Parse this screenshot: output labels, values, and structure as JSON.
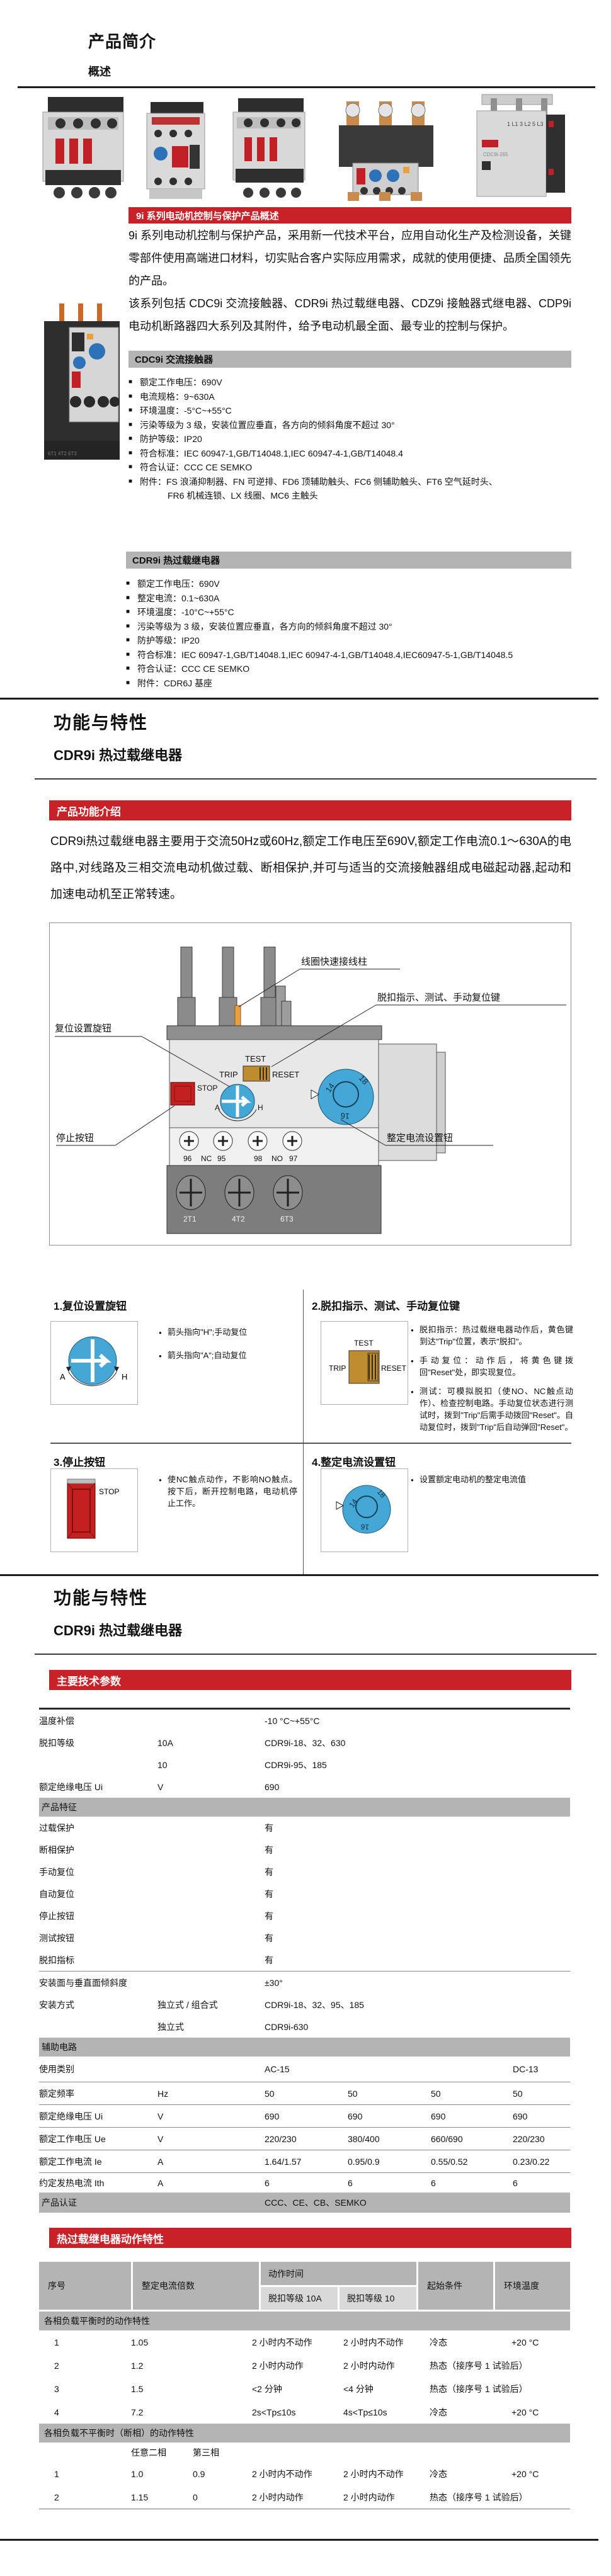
{
  "colors": {
    "accent_red": "#c92128",
    "banner_gray": "#b4b4b4",
    "subcell_gray": "#d9d9d9",
    "knob_blue": "#45a7d6",
    "key_tan": "#bf8c30",
    "stop_red": "#c4201f"
  },
  "header": {
    "title": "产品简介",
    "subtitle": "概述"
  },
  "intro": {
    "banner": "9i 系列电动机控制与保护产品概述",
    "para1": "9i 系列电动机控制与保护产品，采用新一代技术平台，应用自动化生产及检测设备，关键零部件使用高端进口材料，切实贴合客户实际应用需求，成就的使用便捷、品质全国领先的产品。",
    "para2": "该系列包括 CDC9i 交流接触器、CDR9i 热过载继电器、CDZ9i 接触器式继电器、CDP9i 电动机断路器四大系列及其附件，给予电动机最全面、最专业的控制与保护。"
  },
  "cdc9i": {
    "title": "CDC9i 交流接触器",
    "bullets": [
      "额定工作电压：690V",
      "电流规格：9~630A",
      "环境温度：-5°C~+55°C",
      "污染等级为 3 级，安装位置应垂直，各方向的倾斜角度不超过 30°",
      "防护等级：IP20",
      "符合标准：IEC 60947-1,GB/T14048.1,IEC 60947-4-1,GB/T14048.4",
      "符合认证：CCC  CE  SEMKO",
      "附件：FS 浪涌抑制器、FN 可逆排、FD6 顶辅助触头、FC6 侧辅助触头、FT6 空气延时头、"
    ],
    "bullet8_cont": "FR6 机械连锁、LX 线圈、MC6 主触头"
  },
  "cdr9i": {
    "title": "CDR9i 热过载继电器",
    "bullets": [
      "额定工作电压：690V",
      "整定电流：0.1~630A",
      "环境温度：-10°C~+55°C",
      "污染等级为 3 级，安装位置应垂直，各方向的倾斜角度不超过 30°",
      "防护等级：IP20",
      "符合标准：IEC 60947-1,GB/T14048.1,IEC 60947-4-1,GB/T14048.4,IEC60947-5-1,GB/T14048.5",
      "符合认证：CCC  CE  SEMKO",
      "附件：CDR6J 基座"
    ]
  },
  "func1": {
    "heading": "功能与特性",
    "product": "CDR9i 热过载继电器",
    "banner": "产品功能介绍",
    "para": "CDR9i热过载继电器主要用于交流50Hz或60Hz,额定工作电压至690V,额定工作电流0.1～630A的电路中,对线路及三相交流电动机做过载、断相保护,并可与适当的交流接触器组成电磁起动器,起动和加速电动机至正常转速。"
  },
  "diagram": {
    "callouts": {
      "coil": "线圈快速接线柱",
      "trip_key": "脱扣指示、测试、手动复位键",
      "reset_knob": "复位设置旋钮",
      "stop_btn": "停止按钮",
      "current_knob": "整定电流设置钮"
    },
    "device": {
      "test": "TEST",
      "trip": "TRIP",
      "reset": "RESET",
      "stop": "STOP",
      "a": "A",
      "h": "H",
      "aux": [
        "96",
        "NC",
        "95",
        "98",
        "NO",
        "97"
      ],
      "main": [
        "2T1",
        "4T2",
        "6T3"
      ],
      "dial": [
        "14",
        "18",
        "16"
      ]
    }
  },
  "panels": {
    "p1": {
      "title": "1.复位设置旋钮",
      "b1": "箭头指向\"H\";手动复位",
      "b2": "箭头指向\"A\";自动复位",
      "img_a": "A",
      "img_h": "H"
    },
    "p2": {
      "title": "2.脱扣指示、测试、手动复位键",
      "b1": "脱扣指示：热过载继电器动作后，黄色键到达\"Trip\"位置，表示\"脱扣\"。",
      "b2": "手动复位：动作后，将黄色键拨回\"Reset\"处，即实现复位。",
      "b3": "测试：可模拟脱扣（使NO、NC触点动作）、检查控制电路。手动复位状态进行测试时，拨到\"Trip\"后需手动拨回\"Reset\"。自动复位时，拨到\"Trip\"后自动弹回\"Reset\"。",
      "img_test": "TEST",
      "img_trip": "TRIP",
      "img_reset": "RESET"
    },
    "p3": {
      "title": "3.停止按钮",
      "b1": "使NC触点动作，不影响NO触点。按下后，断开控制电路，电动机停止工作。",
      "img_stop": "STOP"
    },
    "p4": {
      "title": "4.整定电流设置钮",
      "b1": "设置额定电动机的整定电流值",
      "dial": [
        "14",
        "18",
        "16"
      ]
    }
  },
  "func2": {
    "heading": "功能与特性",
    "product": "CDR9i 热过载继电器",
    "banner": "主要技术参数"
  },
  "params": {
    "bands": {
      "b1": "产品特征",
      "b2": "辅助电路"
    },
    "rows": [
      {
        "label": "温度补偿",
        "unit": "",
        "v1": "-10 °C~+55°C"
      },
      {
        "label": "脱扣等级",
        "unit": "10A",
        "v1": "CDR9i-18、32、630"
      },
      {
        "label": "",
        "unit": "10",
        "v1": "CDR9i-95、185"
      },
      {
        "label": "额定绝缘电压 Ui",
        "unit": "V",
        "v1": "690"
      },
      {
        "label": "过载保护",
        "unit": "",
        "v1": "有"
      },
      {
        "label": "断相保护",
        "unit": "",
        "v1": "有"
      },
      {
        "label": "手动复位",
        "unit": "",
        "v1": "有"
      },
      {
        "label": "自动复位",
        "unit": "",
        "v1": "有"
      },
      {
        "label": "停止按钮",
        "unit": "",
        "v1": "有"
      },
      {
        "label": "测试按钮",
        "unit": "",
        "v1": "有"
      },
      {
        "label": "脱扣指标",
        "unit": "",
        "v1": "有"
      },
      {
        "label": "安装面与垂直面倾斜度",
        "unit": "",
        "v1": "±30°"
      },
      {
        "label": "安装方式",
        "unit": "独立式 / 组合式",
        "v1": "CDR9i-18、32、95、185"
      },
      {
        "label": "",
        "unit": "独立式",
        "v1": "CDR9i-630"
      },
      {
        "label": "使用类别",
        "unit": "",
        "v1": "AC-15",
        "v4": "DC-13"
      },
      {
        "label": "额定频率",
        "unit": "Hz",
        "v1": "50",
        "v2": "50",
        "v3": "50",
        "v4": "50"
      },
      {
        "label": "额定绝缘电压 Ui",
        "unit": "V",
        "v1": "690",
        "v2": "690",
        "v3": "690",
        "v4": "690"
      },
      {
        "label": "额定工作电压 Ue",
        "unit": "V",
        "v1": "220/230",
        "v2": "380/400",
        "v3": "660/690",
        "v4": "220/230"
      },
      {
        "label": "额定工作电流 Ie",
        "unit": "A",
        "v1": "1.64/1.57",
        "v2": "0.95/0.9",
        "v3": "0.55/0.52",
        "v4": "0.23/0.22"
      },
      {
        "label": "约定发热电流 Ith",
        "unit": "A",
        "v1": "6",
        "v2": "6",
        "v3": "6",
        "v4": "6"
      }
    ],
    "cert_label": "产品认证",
    "cert_value": "CCC、CE、CB、SEMKO"
  },
  "action": {
    "banner": "热过载继电器动作特性",
    "header": {
      "no": "序号",
      "mult": "整定电流倍数",
      "time": "动作时间",
      "sub1": "脱扣等级 10A",
      "sub2": "脱扣等级 10",
      "start": "起始条件",
      "temp": "环境温度"
    },
    "band1": "各相负载平衡时的动作特性",
    "band2": "各相负载不平衡时（断相）的动作特性",
    "sub2h": {
      "c1": "任意二相",
      "c2": "第三相"
    },
    "rows1": [
      {
        "no": "1",
        "mult": "1.05",
        "t1": "2 小时内不动作",
        "t2": "2 小时内不动作",
        "start": "冷态",
        "temp": "+20 °C"
      },
      {
        "no": "2",
        "mult": "1.2",
        "t1": "2 小时内动作",
        "t2": "2 小时内动作",
        "start": "热态（接序号 1 试验后）",
        "temp": ""
      },
      {
        "no": "3",
        "mult": "1.5",
        "t1": "<2 分钟",
        "t2": "<4 分钟",
        "start": "热态（接序号 1 试验后）",
        "temp": ""
      },
      {
        "no": "4",
        "mult": "7.2",
        "t1": "2s<Tp≤10s",
        "t2": "4s<Tp≤10s",
        "start": "冷态",
        "temp": "+20 °C"
      }
    ],
    "rows2": [
      {
        "no": "1",
        "m1": "1.0",
        "m2": "0.9",
        "t1": "2 小时内不动作",
        "t2": "2 小时内不动作",
        "start": "冷态",
        "temp": "+20 °C"
      },
      {
        "no": "2",
        "m1": "1.15",
        "m2": "0",
        "t1": "2 小时内动作",
        "t2": "2 小时内动作",
        "start": "热态（接序号 1 试验后）",
        "temp": ""
      }
    ]
  }
}
